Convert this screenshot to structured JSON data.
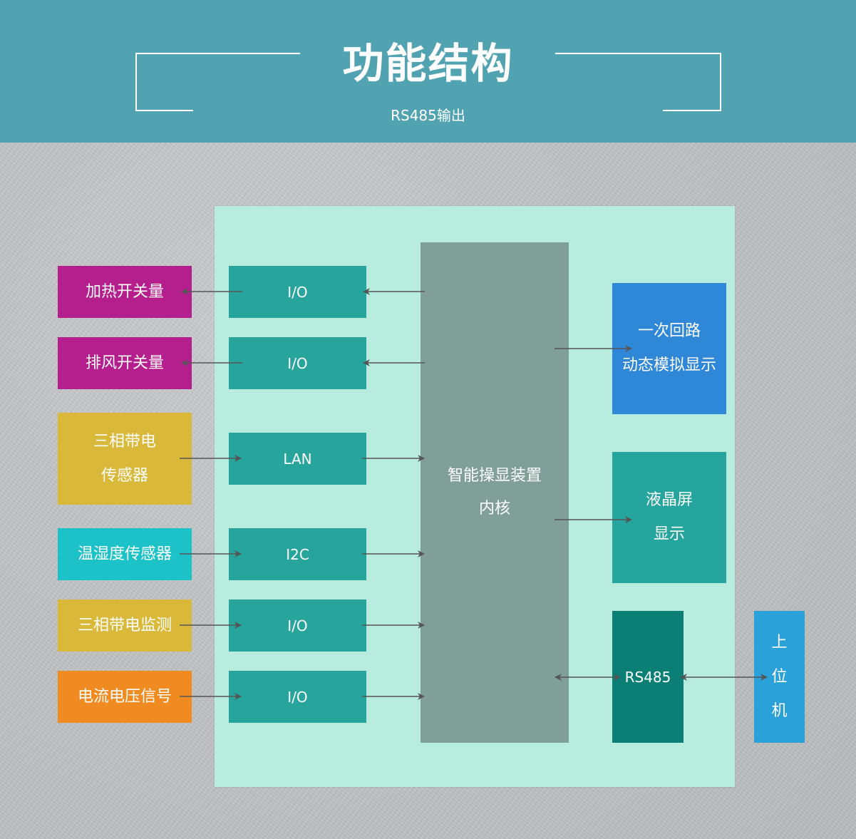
{
  "header": {
    "title": "功能结构",
    "subtitle": "RS485输出"
  },
  "external": {
    "heating_switch": "加热开关量",
    "exhaust_switch": "排风开关量",
    "three_phase_sensor": [
      "三相带电",
      "传感器"
    ],
    "temp_humidity_sensor": "温湿度传感器",
    "three_phase_monitor": "三相带电监测",
    "current_voltage_signal": "电流电压信号"
  },
  "interfaces": {
    "io_1": "I/O",
    "io_2": "I/O",
    "lan": "LAN",
    "i2c": "I2C",
    "io_3": "I/O",
    "io_4": "I/O"
  },
  "core": [
    "智能操显装置",
    "内核"
  ],
  "outputs": {
    "circuit_display": [
      "一次回路",
      "动态模拟显示"
    ],
    "lcd_display": [
      "液晶屏",
      "显示"
    ],
    "rs485": "RS485",
    "host_computer": [
      "上",
      "位",
      "机"
    ]
  },
  "colors": {
    "header": "#52a3b2",
    "panel": "#b8ecdf",
    "magenta": "#b51f8d",
    "yellow": "#dab93a",
    "cyan": "#1cc2c8",
    "orange": "#f08b22",
    "interface": "#27a59c",
    "core": "#7f9f98",
    "blue": "#2f87d7",
    "teal": "#26a59f",
    "dark_teal": "#0b7f76",
    "light_blue": "#2ba1d9",
    "arrow": "#555555"
  }
}
